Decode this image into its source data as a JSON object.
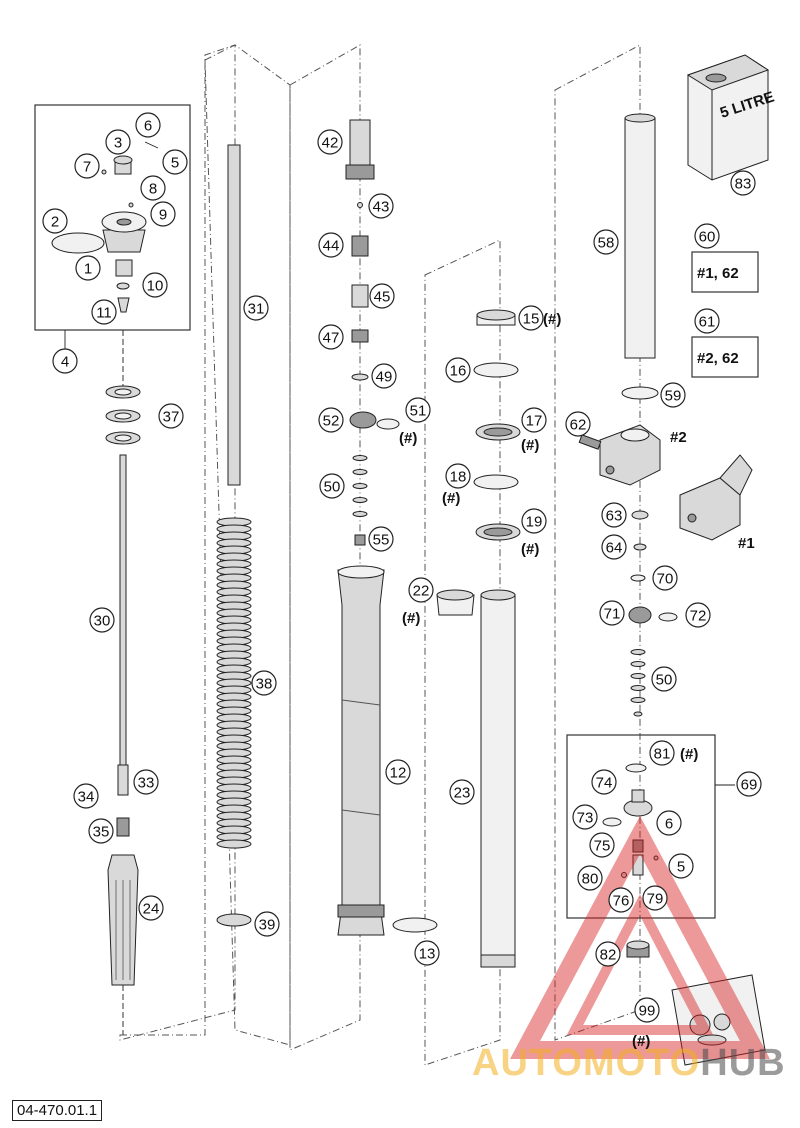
{
  "document": {
    "reference": "04-470.01.1"
  },
  "container": {
    "label": "5 LITRE"
  },
  "variant_labels": {
    "a": "#1",
    "b": "#2"
  },
  "note_marker": "(#)",
  "kit_labels": {
    "k60": "#1, 62",
    "k61": "#2, 62"
  },
  "watermark": {
    "part_a": "AUTOMOTO",
    "part_b": "HUB"
  },
  "callouts": [
    {
      "id": "1",
      "n": "1"
    },
    {
      "id": "2",
      "n": "2"
    },
    {
      "id": "3",
      "n": "3"
    },
    {
      "id": "4",
      "n": "4"
    },
    {
      "id": "5a",
      "n": "5"
    },
    {
      "id": "6a",
      "n": "6"
    },
    {
      "id": "7",
      "n": "7"
    },
    {
      "id": "8",
      "n": "8"
    },
    {
      "id": "9",
      "n": "9"
    },
    {
      "id": "10",
      "n": "10"
    },
    {
      "id": "11",
      "n": "11"
    },
    {
      "id": "12",
      "n": "12"
    },
    {
      "id": "13",
      "n": "13"
    },
    {
      "id": "15",
      "n": "15"
    },
    {
      "id": "16",
      "n": "16"
    },
    {
      "id": "17",
      "n": "17"
    },
    {
      "id": "18",
      "n": "18"
    },
    {
      "id": "19",
      "n": "19"
    },
    {
      "id": "22",
      "n": "22"
    },
    {
      "id": "23",
      "n": "23"
    },
    {
      "id": "24",
      "n": "24"
    },
    {
      "id": "30",
      "n": "30"
    },
    {
      "id": "31",
      "n": "31"
    },
    {
      "id": "33",
      "n": "33"
    },
    {
      "id": "34",
      "n": "34"
    },
    {
      "id": "35",
      "n": "35"
    },
    {
      "id": "37",
      "n": "37"
    },
    {
      "id": "38",
      "n": "38"
    },
    {
      "id": "39",
      "n": "39"
    },
    {
      "id": "42",
      "n": "42"
    },
    {
      "id": "43",
      "n": "43"
    },
    {
      "id": "44",
      "n": "44"
    },
    {
      "id": "45",
      "n": "45"
    },
    {
      "id": "47",
      "n": "47"
    },
    {
      "id": "49",
      "n": "49"
    },
    {
      "id": "50a",
      "n": "50"
    },
    {
      "id": "51",
      "n": "51"
    },
    {
      "id": "52",
      "n": "52"
    },
    {
      "id": "55",
      "n": "55"
    },
    {
      "id": "58",
      "n": "58"
    },
    {
      "id": "59",
      "n": "59"
    },
    {
      "id": "60",
      "n": "60"
    },
    {
      "id": "61",
      "n": "61"
    },
    {
      "id": "62a",
      "n": "62"
    },
    {
      "id": "63",
      "n": "63"
    },
    {
      "id": "64",
      "n": "64"
    },
    {
      "id": "69",
      "n": "69"
    },
    {
      "id": "70",
      "n": "70"
    },
    {
      "id": "71",
      "n": "71"
    },
    {
      "id": "72",
      "n": "72"
    },
    {
      "id": "50b",
      "n": "50"
    },
    {
      "id": "73",
      "n": "73"
    },
    {
      "id": "74",
      "n": "74"
    },
    {
      "id": "75",
      "n": "75"
    },
    {
      "id": "76",
      "n": "76"
    },
    {
      "id": "79",
      "n": "79"
    },
    {
      "id": "80",
      "n": "80"
    },
    {
      "id": "81",
      "n": "81"
    },
    {
      "id": "82",
      "n": "82"
    },
    {
      "id": "83",
      "n": "83"
    },
    {
      "id": "99",
      "n": "99"
    },
    {
      "id": "6b",
      "n": "6"
    },
    {
      "id": "5b",
      "n": "5"
    }
  ]
}
